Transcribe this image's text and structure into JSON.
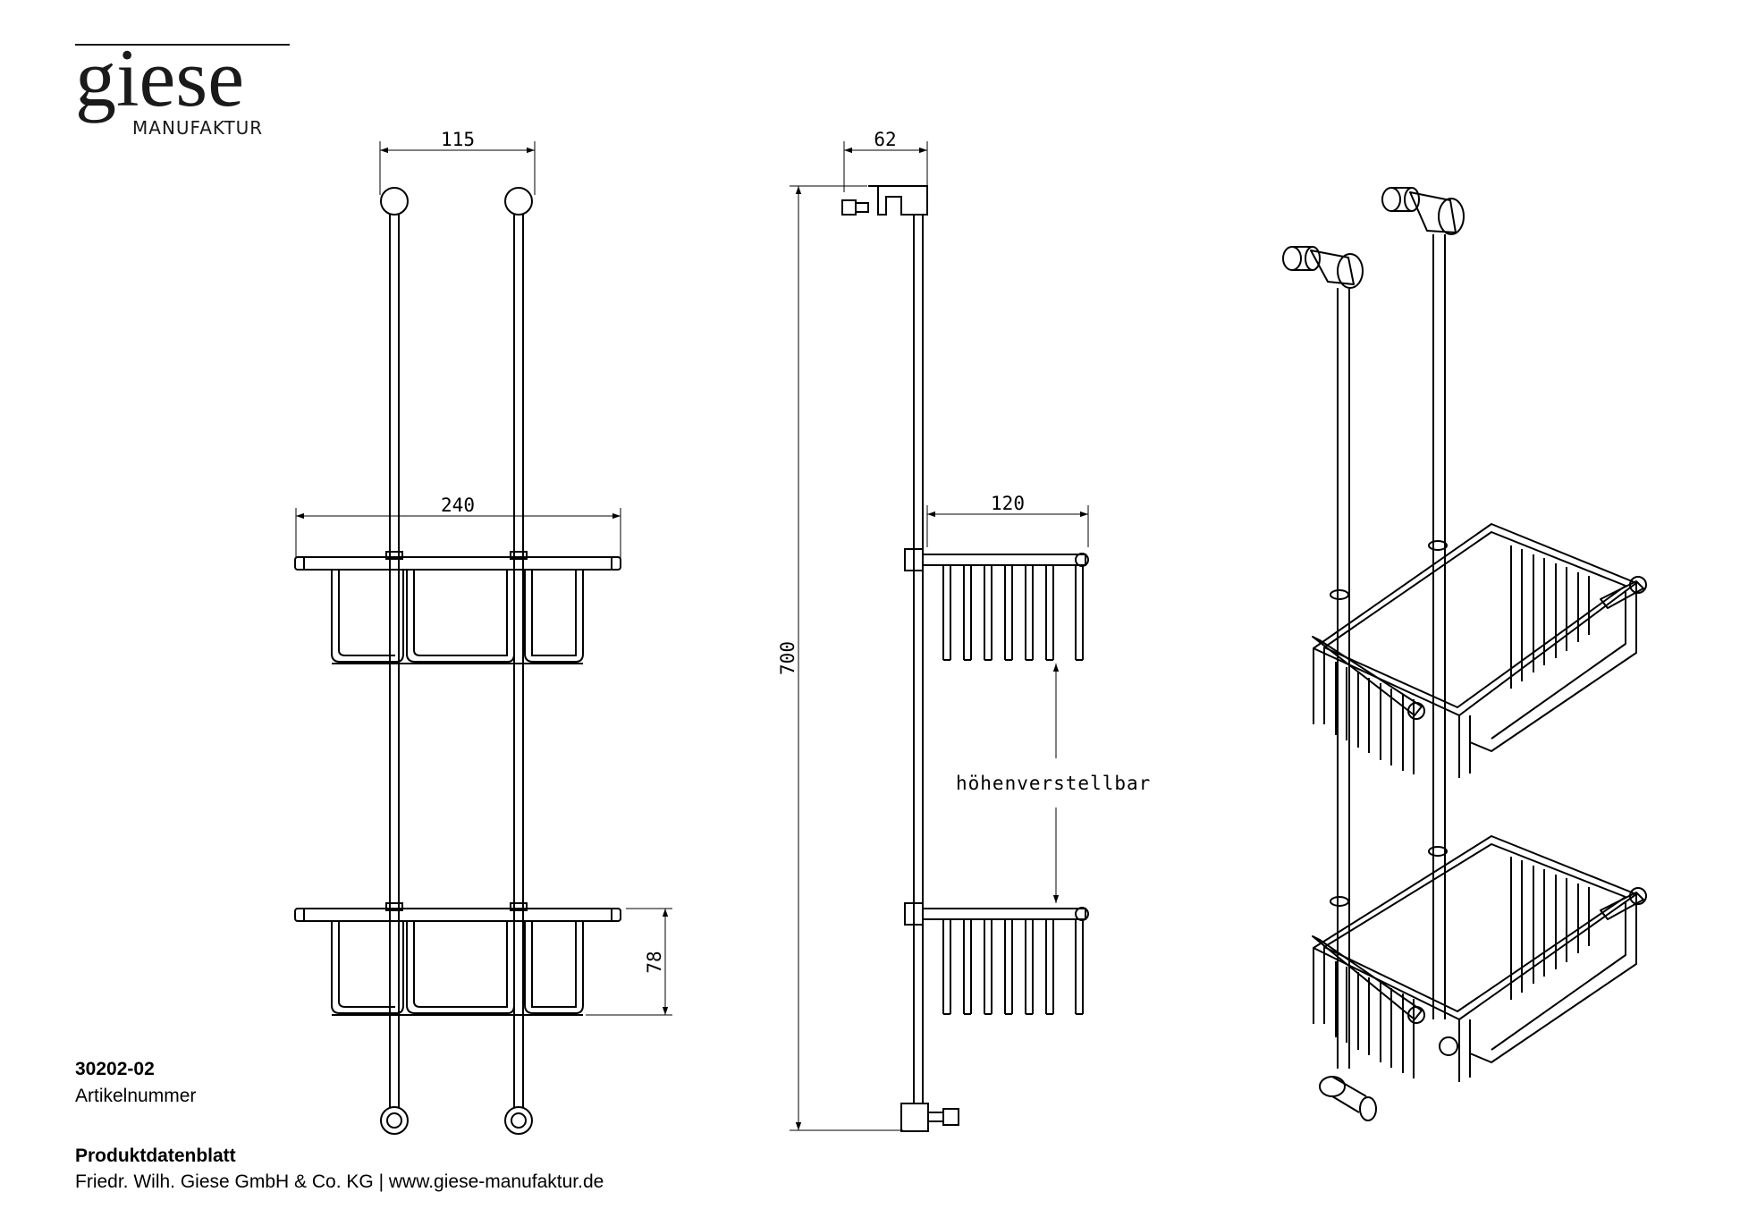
{
  "logo": {
    "word": "giese",
    "sub": "MANUFAKTUR"
  },
  "front_view": {
    "dim_top": "115",
    "dim_basket_width": "240",
    "dim_basket_height": "78"
  },
  "side_view": {
    "dim_top": "62",
    "dim_height": "700",
    "dim_depth": "120",
    "adjustable_note": "höhenverstellbar"
  },
  "footer": {
    "article_number": "30202-02",
    "article_label": "Artikelnummer",
    "datasheet_label": "Produktdatenblatt",
    "company_line": "Friedr. Wilh. Giese GmbH & Co. KG | www.giese-manufaktur.de"
  }
}
